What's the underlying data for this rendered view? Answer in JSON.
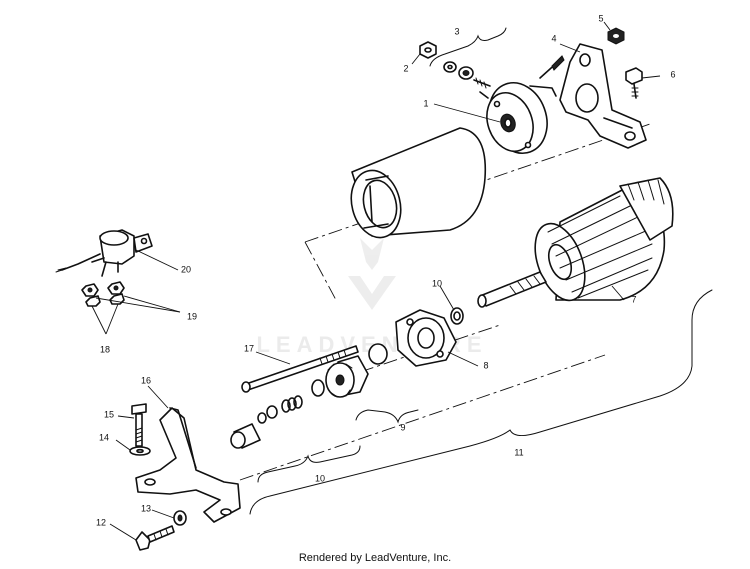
{
  "watermark": "LEADVENTURE",
  "caption": "Rendered by LeadVenture, Inc.",
  "callouts": {
    "c1": "1",
    "c2": "2",
    "c3": "3",
    "c4": "4",
    "c5": "5",
    "c6": "6",
    "c7": "7",
    "c8": "8",
    "c9": "9",
    "c10a": "10",
    "c10b": "10",
    "c11": "11",
    "c12": "12",
    "c13": "13",
    "c14": "14",
    "c15": "15",
    "c16": "16",
    "c17": "17",
    "c18": "18",
    "c19": "19",
    "c20": "20"
  }
}
